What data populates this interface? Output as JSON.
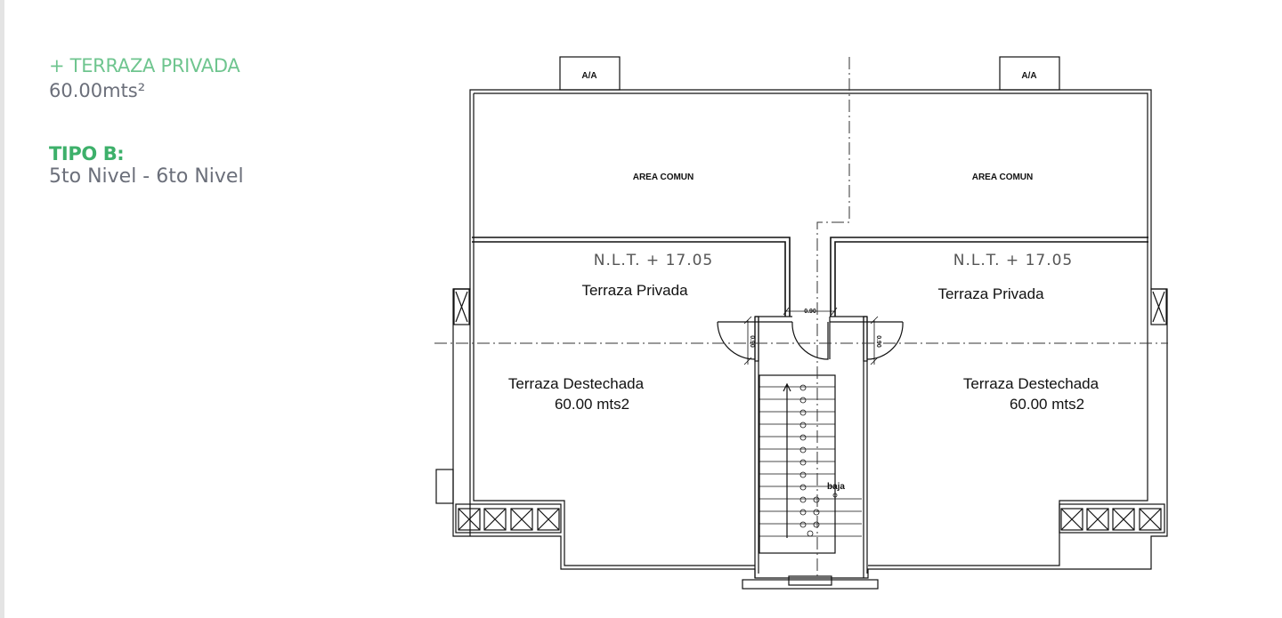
{
  "info": {
    "terraza_label": "+ TERRAZA PRIVADA",
    "terraza_area": "60.00mts²",
    "tipo_title": "TIPO B:",
    "tipo_levels": "5to Nivel - 6to Nivel"
  },
  "plan": {
    "ac_label": "A/A",
    "common_area": "AREA COMUN",
    "level": "N.L.T.   +  17.05",
    "private_terrace": "Terraza Privada",
    "open_terrace": "Terraza Destechada",
    "open_terrace_area": "60.00 mts2",
    "door_dim": "0.90",
    "stair_note": "baja"
  },
  "colors": {
    "green_light": "#6fc58f",
    "green_bold": "#3db06a",
    "gray_text": "#6b6f7a",
    "line": "#111111"
  }
}
